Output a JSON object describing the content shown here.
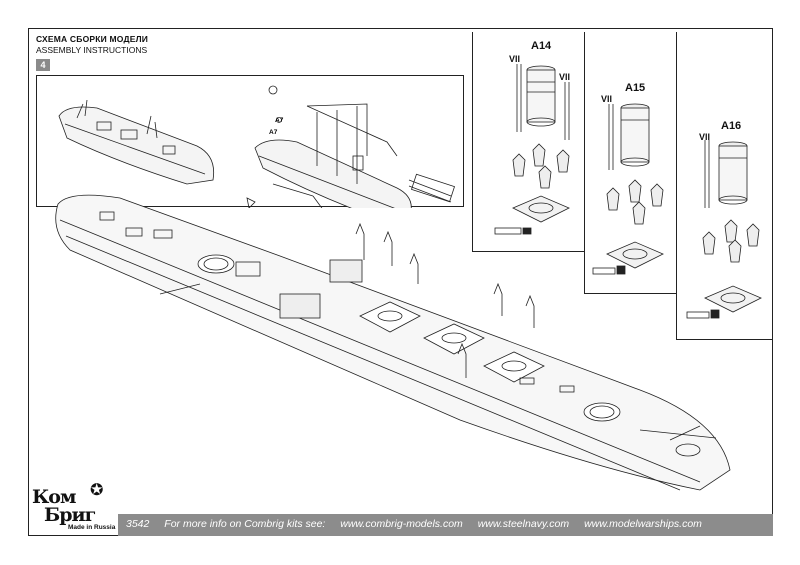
{
  "header": {
    "title_ru": "СХЕМА СБОРКИ МОДЕЛИ",
    "title_en": "ASSEMBLY INSTRUCTIONS",
    "step": "4"
  },
  "inset": {
    "part_a7_top": "A7",
    "part_a7_bottom": "A7"
  },
  "funnels": [
    {
      "part": "A14",
      "roman_left": "VII",
      "roman_right": "VII"
    },
    {
      "part": "A15",
      "roman_left": "VII"
    },
    {
      "part": "A16",
      "roman_left": "VII"
    }
  ],
  "logo": {
    "line1": "Ком",
    "line2": "Бриг",
    "made_in": "Made in Russia"
  },
  "footer": {
    "kit_number": "3542",
    "more_info": "For more info on Combrig kits see:",
    "site1": "www.combrig-models.com",
    "site2": "www.steelnavy.com",
    "site3": "www.modelwarships.com"
  },
  "colors": {
    "footer_bar": "#8c8c8c",
    "badge": "#8a8a8a",
    "ink": "#222222"
  }
}
